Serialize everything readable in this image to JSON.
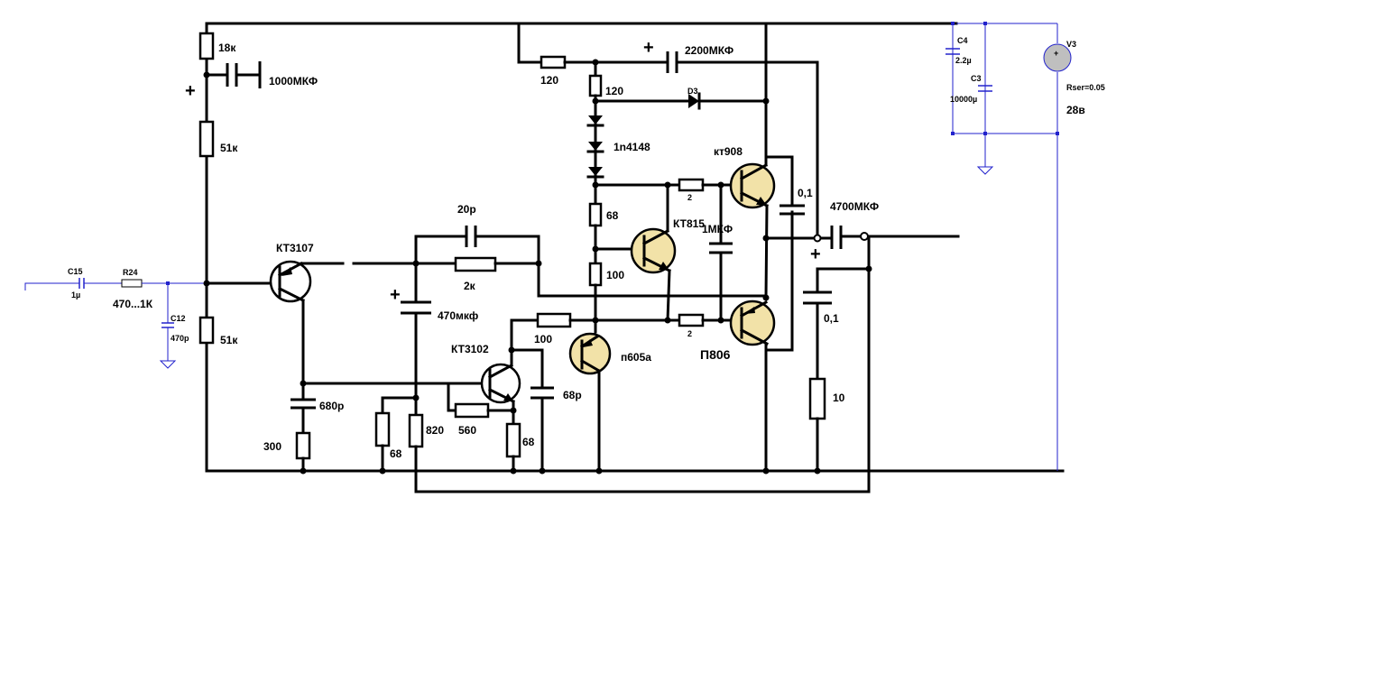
{
  "supply": {
    "c4_ref": "C4",
    "c4_value": "2.2µ",
    "c3_ref": "C3",
    "c3_value": "10000µ",
    "v3_ref": "V3",
    "v3_rser": "Rser=0.05",
    "v3_voltage": "28в"
  },
  "input": {
    "c15_ref": "C15",
    "c15_value": "1µ",
    "r24_ref": "R24",
    "r24_value": "470...1К",
    "c12_ref": "C12",
    "c12_value": "470p"
  },
  "bias": {
    "r18k": "18к",
    "c1000": "1000МКФ",
    "r51k_top": "51к",
    "r51k_bot": "51к",
    "r300": "300",
    "c680p": "680р"
  },
  "transistors": {
    "q_kt3107": "КТ3107",
    "q_kt3102": "КТ3102",
    "q_p605a": "п605а",
    "q_kt815": "КТ815",
    "q_kt908": "кт908",
    "q_p806": "П806"
  },
  "feedback": {
    "c20p": "20р",
    "r2k": "2к",
    "c470": "470мкф",
    "r100_mid": "100",
    "r68_a": "68",
    "r820": "820",
    "r560": "560",
    "r68_b": "68",
    "c68p": "68р"
  },
  "driver": {
    "r120_h": "120",
    "c2200": "2200МКФ",
    "r120_v": "120",
    "d3": "D3",
    "diodes": "1n4148",
    "r68_v": "68",
    "r100_v": "100",
    "r2_top": "2",
    "r2_bot": "2",
    "c1mkf": "1МКФ"
  },
  "output": {
    "c01_top": "0,1",
    "c4700": "4700МКФ",
    "c01_bot": "0,1",
    "r10": "10"
  },
  "symbols": {
    "plus": "+"
  }
}
